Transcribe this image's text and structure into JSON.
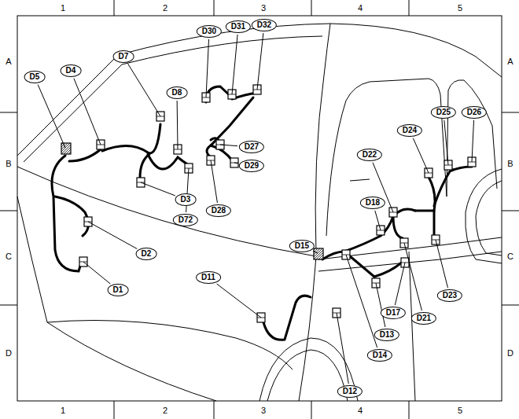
{
  "diagram": {
    "nodes": [
      {
        "text": [
          "D32"
        ]
      },
      {
        "text": [
          "D31"
        ]
      },
      {
        "text": [
          "D30"
        ]
      },
      {
        "text": [
          "D7"
        ]
      },
      {
        "text": [
          "D4"
        ]
      },
      {
        "text": [
          "D5"
        ]
      },
      {
        "text": [
          "D8"
        ]
      },
      {
        "text": [
          "D25"
        ]
      },
      {
        "text": [
          "D26"
        ]
      },
      {
        "text": [
          "D24"
        ]
      },
      {
        "text": [
          "D27"
        ]
      },
      {
        "text": [
          "D22"
        ]
      },
      {
        "text": [
          "D29"
        ]
      },
      {
        "text": [
          "D3"
        ]
      },
      {
        "text": [
          "D18"
        ]
      },
      {
        "text": [
          "D28"
        ]
      },
      {
        "text": [
          "D72"
        ]
      },
      {
        "text": [
          "D15"
        ]
      },
      {
        "text": [
          "D2"
        ]
      },
      {
        "text": [
          "D11"
        ]
      },
      {
        "text": [
          "D1"
        ]
      },
      {
        "text": [
          "D23"
        ]
      },
      {
        "text": [
          "D17"
        ]
      },
      {
        "text": [
          "D21"
        ]
      },
      {
        "text": [
          "D13"
        ]
      },
      {
        "text": [
          "D14"
        ]
      },
      {
        "text": [
          "D12"
        ]
      }
    ],
    "labels": [
      "1",
      "2",
      "3",
      "4",
      "5",
      "A",
      "A",
      "B",
      "B",
      "C",
      "C",
      "D",
      "D",
      "1",
      "2",
      "3",
      "4",
      "5"
    ]
  }
}
